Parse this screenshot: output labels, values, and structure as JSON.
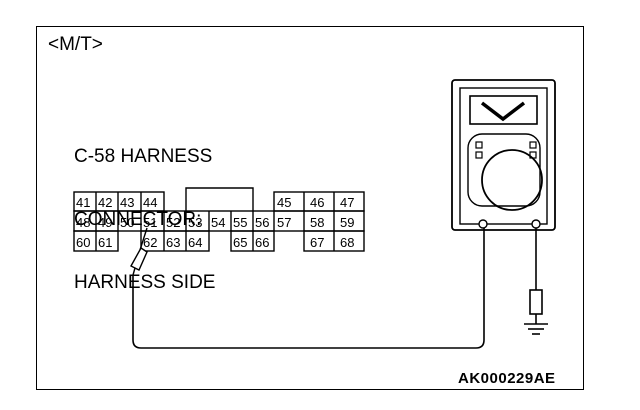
{
  "variant_label": "<M/T>",
  "connector_title_lines": [
    "C-58 HARNESS",
    "CONNECTOR:",
    "HARNESS SIDE"
  ],
  "connector_pins": {
    "row1": [
      "41",
      "42",
      "43",
      "44",
      "45",
      "46",
      "47"
    ],
    "row2": [
      "48",
      "49",
      "50",
      "51",
      "52",
      "53",
      "54",
      "55",
      "56",
      "57",
      "58",
      "59"
    ],
    "row3": [
      "60",
      "61",
      "62",
      "63",
      "64",
      "65",
      "66",
      "67",
      "68"
    ]
  },
  "figure_code": "AK000229AE",
  "icons": [
    "multimeter-icon",
    "voltage-symbol-icon",
    "probe-icon",
    "ground-icon"
  ]
}
